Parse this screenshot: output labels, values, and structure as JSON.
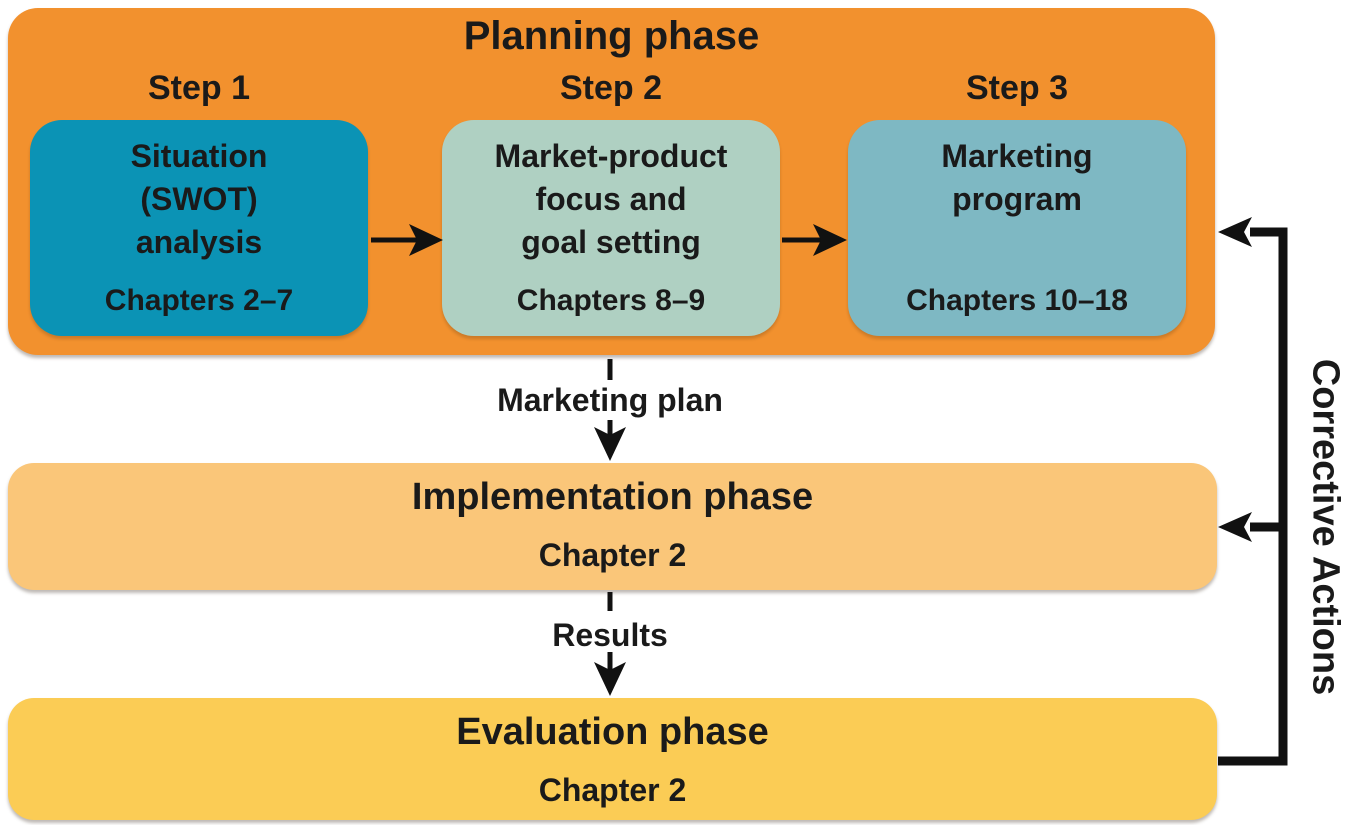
{
  "planning": {
    "title": "Planning phase",
    "steps": [
      {
        "label": "Step 1",
        "lines": [
          "Situation",
          "(SWOT)",
          "analysis"
        ],
        "chapters": "Chapters 2–7"
      },
      {
        "label": "Step 2",
        "lines": [
          "Market-product",
          "focus and",
          "goal setting"
        ],
        "chapters": "Chapters 8–9"
      },
      {
        "label": "Step 3",
        "lines": [
          "Marketing",
          "program"
        ],
        "chapters": "Chapters 10–18"
      }
    ]
  },
  "implementation": {
    "title": "Implementation phase",
    "chapter": "Chapter 2"
  },
  "evaluation": {
    "title": "Evaluation phase",
    "chapter": "Chapter 2"
  },
  "connectors": {
    "marketing_plan_label": "Marketing plan",
    "results_label": "Results",
    "corrective_label": "Corrective Actions"
  },
  "colors": {
    "planning_bg": "#F2912E",
    "situation_box_bg": "#0B93B5",
    "market_box_bg": "#AFD0C2",
    "program_box_bg": "#7EB8C3",
    "implementation_bg": "#FAC679",
    "evaluation_bg": "#FBCC55",
    "text": "#1A1A1A",
    "connector_line": "#111111"
  }
}
